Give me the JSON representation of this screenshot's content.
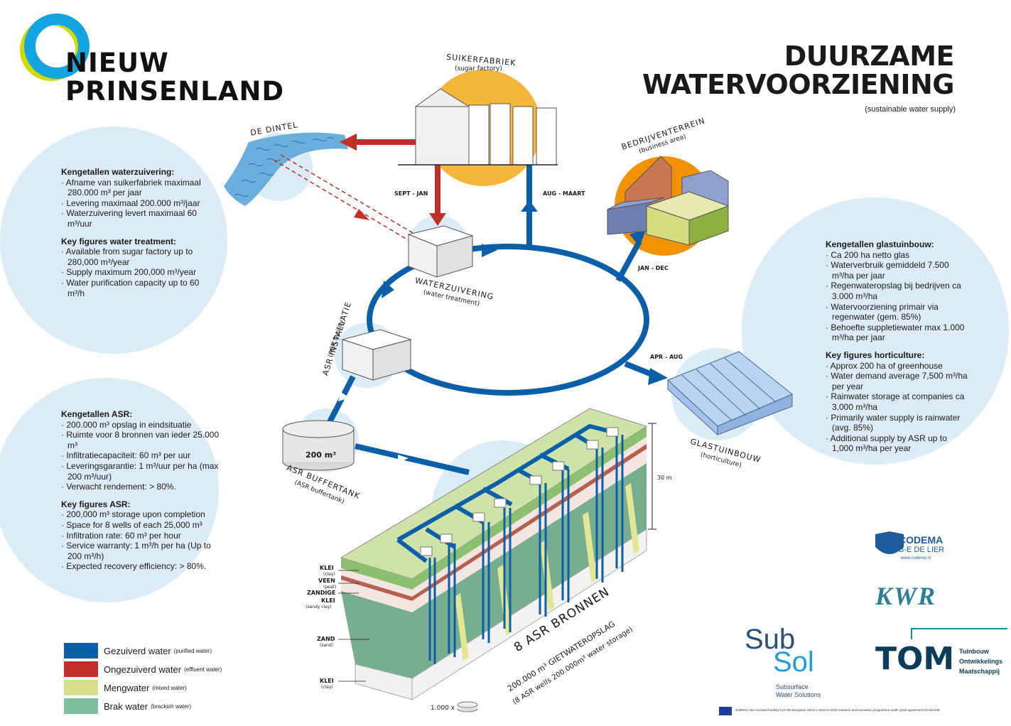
{
  "brand": {
    "line1": "NIEUW",
    "line2": "PRINSENLAND"
  },
  "title": {
    "line1": "DUURZAME",
    "line2": "WATERVOORZIENING",
    "subtitle": "(sustainable water supply)"
  },
  "nodes": {
    "sugar_factory": {
      "title": "SUIKERFABRIEK",
      "sub": "(sugar factory)"
    },
    "dintel": {
      "title": "DE DINTEL"
    },
    "business": {
      "title": "BEDRIJVENTERREIN",
      "sub": "(business area)"
    },
    "treatment": {
      "title": "WATERZUIVERING",
      "sub": "(water treatment)"
    },
    "asr_installation": {
      "title": "ASR INSTALLATIE",
      "sub": "(ASR facility)"
    },
    "buffer_tank": {
      "title": "ASR BUFFERTANK",
      "sub": "(ASR buffertank)",
      "volume": "200 m³"
    },
    "greenhouse": {
      "title": "GLASTUINBOUW",
      "sub": "(horticulture)"
    },
    "wells": {
      "title": "8 ASR BRONNEN",
      "line2": "200.000 m³ GIETWATEROPSLAG",
      "line3": "(8 ASR wells 200.000m³ water storage)"
    }
  },
  "flow_labels": {
    "sept_jan": "SEPT - JAN",
    "aug_maart": "AUG - MAART",
    "jan_dec": "JAN - DEC",
    "apr_aug": "APR - AUG"
  },
  "soil": {
    "klei": "KLEI",
    "klei_sub": "(clay)",
    "veen": "VEEN",
    "veen_sub": "(peat)",
    "zandige_klei": "ZANDIGE",
    "zandige_klei2": "KLEI",
    "zandige_klei_sub": "(sandy clay)",
    "zand": "ZAND",
    "zand_sub": "(sand)",
    "klei_bottom": "KLEI",
    "klei_bottom_sub": "(clay)",
    "depth": "30 m",
    "scale": "1.000 x"
  },
  "kengetallen_water": {
    "nl_title": "Kengetallen waterzuivering:",
    "nl_items": [
      "Afname van suikerfabriek maximaal 280.000 m³ per jaar",
      "Levering maximaal 200.000 m³/jaar",
      "Waterzuivering levert maximaal 60 m³/uur"
    ],
    "en_title": "Key figures water treatment:",
    "en_items": [
      "Available from sugar factory up to 280,000 m³/year",
      "Supply maximum 200,000 m³/year",
      "Water purification capacity up to 60 m³/h"
    ]
  },
  "kengetallen_asr": {
    "nl_title": "Kengetallen ASR:",
    "nl_items": [
      "200.000 m³ opslag in eindsituatie",
      "Ruimte voor 8 bronnen van ieder 25.000 m³",
      "Infiltratiecapaciteit: 60 m³ per uur",
      "Leveringsgarantie: 1 m³/uur per ha (max 200 m³/uur)",
      "Verwacht rendement: > 80%."
    ],
    "en_title": "Key figures ASR:",
    "en_items": [
      "200,000 m³ storage upon completion",
      "Space for 8 wells of each 25,000 m³",
      "Infiltration rate: 60 m³ per hour",
      "Service warranty: 1 m³/h per ha (Up to 200 m³/h)",
      "Expected recovery efficiency: > 80%."
    ]
  },
  "kengetallen_glas": {
    "nl_title": "Kengetallen glastuinbouw:",
    "nl_items": [
      "Ca 200 ha netto glas",
      "Waterverbruik gemiddeld 7.500 m³/ha per jaar",
      "Regenwateropslag bij bedrijven ca 3.000 m³/ha",
      "Watervoorziening primair via regenwater (gem. 85%)",
      "Behoefte suppletiewater max 1.000 m³/ha per jaar"
    ],
    "en_title": "Key figures horticulture:",
    "en_items": [
      "Approx 200 ha of greenhouse",
      "Water demand average 7,500 m³/ha per year",
      "Rainwater storage at companies ca 3,000 m³/ha",
      "Primarily water supply is rainwater (avg. 85%)",
      "Additional supply by ASR up to 1,000 m³/ha per year"
    ]
  },
  "legend": [
    {
      "label": "Gezuiverd water",
      "sub": "(purified water)",
      "color": "#0a5fa8"
    },
    {
      "label": "Ongezuiverd water",
      "sub": "(effluent water)",
      "color": "#c0302a"
    },
    {
      "label": "Mengwater",
      "sub": "(mixed water)",
      "color": "#d6e08a"
    },
    {
      "label": "Brak water",
      "sub": "(brackish water)",
      "color": "#7fbf9e"
    }
  ],
  "logos": {
    "codema": "CODEMA",
    "codema_sub": "B-E DE LIER",
    "codema_url": "www.codema.nl",
    "kwr": "KWR",
    "subsol1": "Sub",
    "subsol2": "Sol",
    "subsol_sub1": "Subsurface",
    "subsol_sub2": "Water Solutions",
    "tom": "TOM",
    "tom_sub1": "Tuinbouw",
    "tom_sub2": "Ontwikkelings",
    "tom_sub3": "Maatschappij",
    "eu_note": "SUBSOL has received funding from the European Union's Horizon 2020 research and innovation programme under grant agreement No 642228."
  },
  "colors": {
    "blue": "#0a5fa8",
    "red": "#c0302a",
    "light_blue": "#dcecf7",
    "orange": "#f5b63c"
  }
}
